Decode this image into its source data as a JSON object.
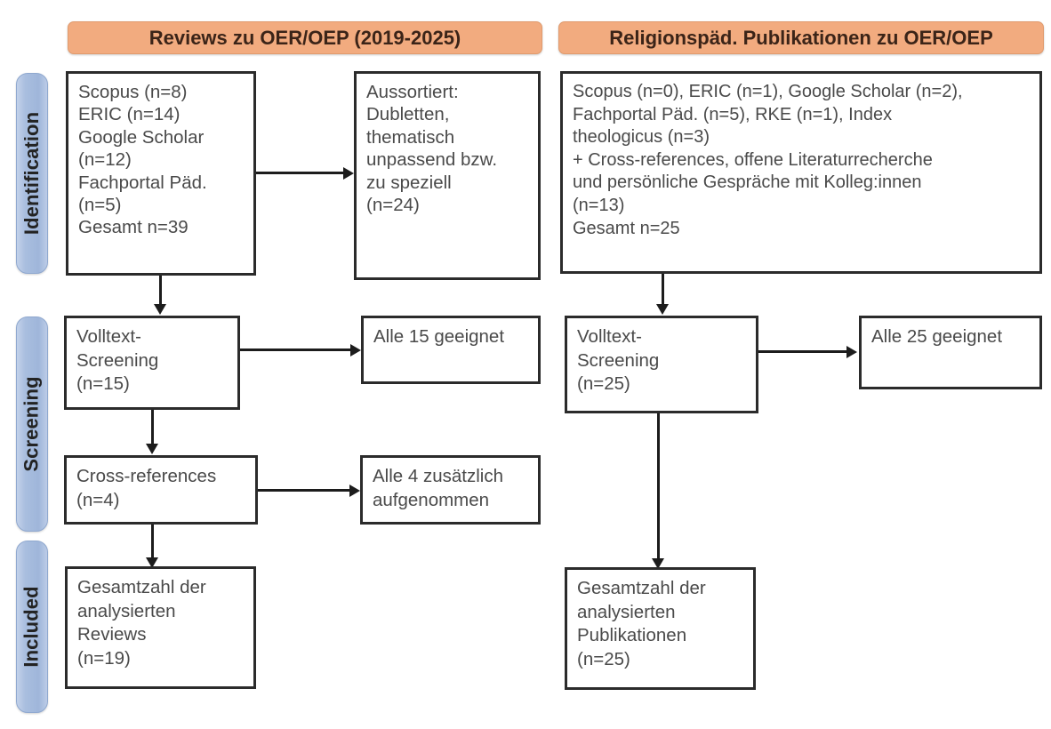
{
  "diagram": {
    "type": "prisma-flow-diagram",
    "colors": {
      "header_orange": "#f2ab7f",
      "stage_blue": "#a9bedf",
      "box_border": "#2b2b2b",
      "text_gray": "#4a4a4a"
    }
  },
  "stages": [
    {
      "label": "Identification"
    },
    {
      "label": "Screening"
    },
    {
      "label": "Included"
    }
  ],
  "columns": [
    {
      "header": "Reviews zu OER/OEP (2019-2025)",
      "boxes": {
        "identification_sources": "Scopus (n=8)\nERIC (n=14)\nGoogle Scholar\n(n=12)\nFachportal Päd.\n(n=5)\nGesamt n=39",
        "excluded": "Aussortiert:\nDubletten,\nthematisch\nunpassend bzw.\nzu speziell\n(n=24)",
        "fulltext_screening": "Volltext-\nScreening\n(n=15)",
        "fulltext_result": "Alle 15 geeignet",
        "cross_references": "Cross-references\n(n=4)",
        "cross_references_result": "Alle 4 zusätzlich\naufgenommen",
        "included_total": "Gesamtzahl der\nanalysierten\nReviews\n(n=19)"
      }
    },
    {
      "header": "Religionspäd. Publikationen zu OER/OEP",
      "boxes": {
        "identification_sources": "Scopus (n=0), ERIC (n=1), Google Scholar (n=2),\nFachportal Päd. (n=5), RKE (n=1), Index\ntheologicus (n=3)\n+ Cross-references, offene Literaturrecherche\nund persönliche Gespräche mit Kolleg:innen\n(n=13)\nGesamt n=25",
        "fulltext_screening": "Volltext-\nScreening\n(n=25)",
        "fulltext_result": "Alle 25 geeignet",
        "included_total": "Gesamtzahl der\nanalysierten\nPublikationen\n(n=25)"
      }
    }
  ]
}
